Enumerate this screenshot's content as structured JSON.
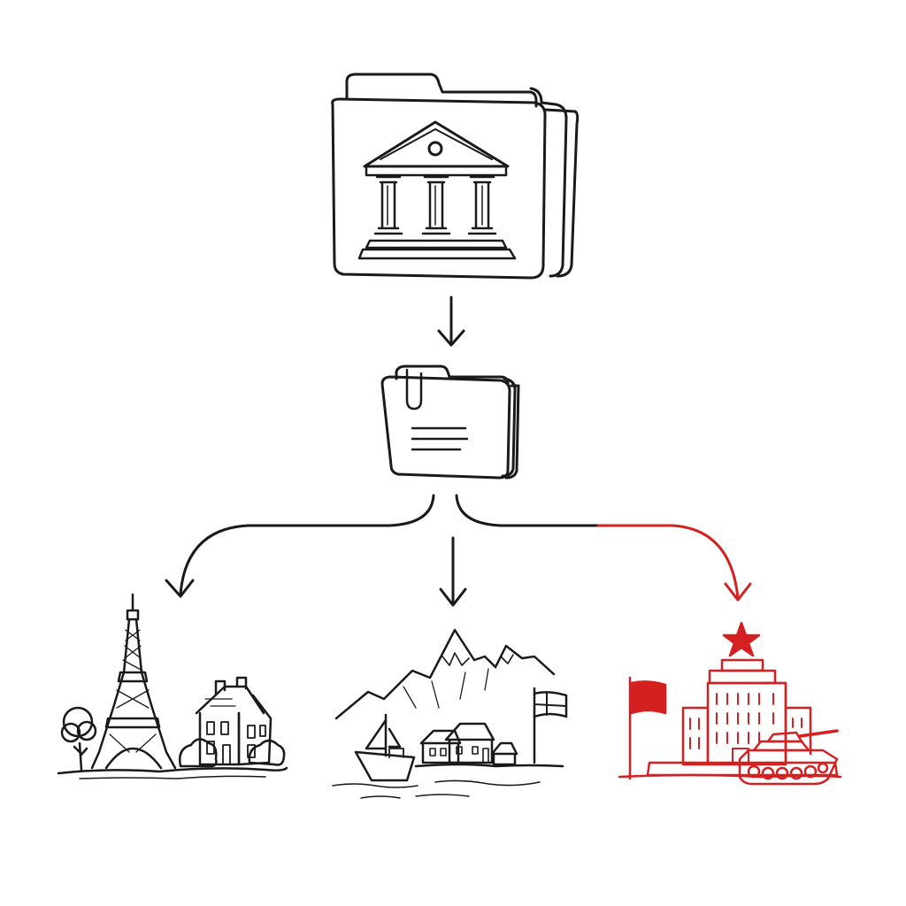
{
  "colors": {
    "ink": "#1a1a1a",
    "accent": "#d42020",
    "background": "#ffffff"
  },
  "nodes": {
    "source": {
      "icon": "government-archive-folder-icon"
    },
    "document": {
      "icon": "document-folder-icon"
    },
    "destinations": [
      {
        "icon": "paris-scene-icon",
        "color_key": "ink"
      },
      {
        "icon": "nordic-harbor-scene-icon",
        "color_key": "ink"
      },
      {
        "icon": "military-state-scene-icon",
        "color_key": "accent"
      }
    ]
  },
  "edges": [
    {
      "from": "source",
      "to": "document",
      "color_key": "ink"
    },
    {
      "from": "document",
      "to": "destination-1",
      "color_key": "ink"
    },
    {
      "from": "document",
      "to": "destination-2",
      "color_key": "ink"
    },
    {
      "from": "document",
      "to": "destination-3",
      "color_key": "accent"
    }
  ]
}
